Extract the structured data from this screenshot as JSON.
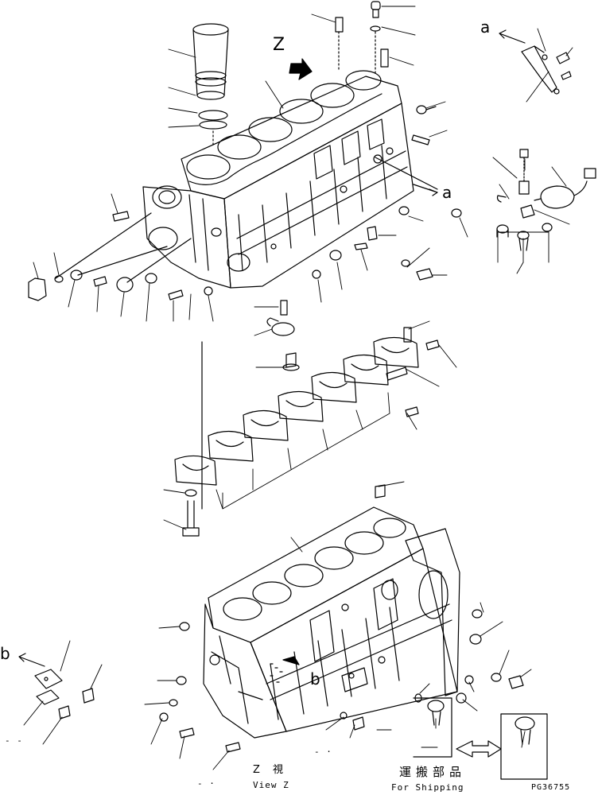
{
  "diagram": {
    "view_marker": "Z",
    "arrow_a_top": "a",
    "arrow_a_mid": "a",
    "arrow_b_left": "b",
    "arrow_b_block": "b",
    "view_z_jp": "Z 視",
    "view_z_en": "View Z",
    "shipping_jp": "運搬部品",
    "shipping_en": "For Shipping",
    "drawing_no": "PG36755",
    "dash_a": "- -",
    "dash_b": "- ·",
    "dash_c": "- ·"
  }
}
